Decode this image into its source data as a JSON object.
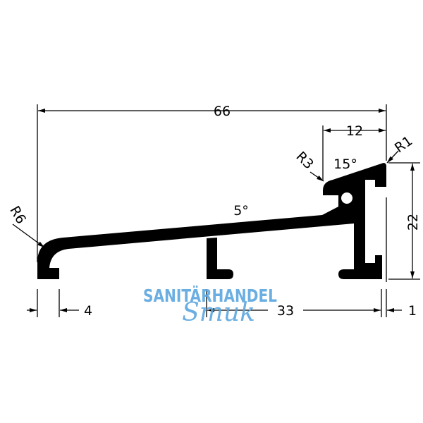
{
  "dimensions": {
    "overall_width": "66",
    "head_width": "12",
    "height": "22",
    "left_foot_width": "4",
    "right_span": "33",
    "right_offset": "1",
    "radius_left": "R6",
    "radius_head": "R3",
    "radius_tip": "R1",
    "angle_head": "15°",
    "angle_ramp": "5°"
  },
  "watermark": {
    "line1": "SANITÄRHANDEL",
    "line2": "Smuk",
    "color": "#5ba6df"
  },
  "colors": {
    "profile": "#000000",
    "background": "#ffffff"
  }
}
